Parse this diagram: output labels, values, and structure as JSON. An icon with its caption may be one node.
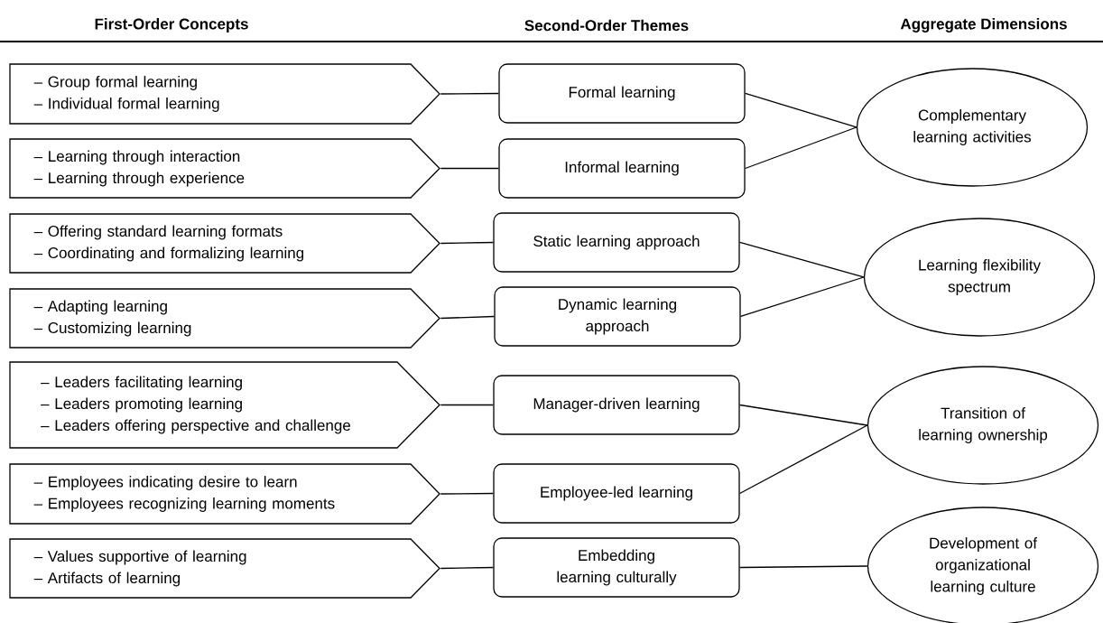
{
  "diagram": {
    "nodes": [
      {
        "text": [
          "– Group formal learning",
          "– Individual formal learning"
        ]
      },
      {
        "text": [
          "– Learning through interaction",
          "– Learning through experience"
        ]
      },
      {
        "text": [
          "– Offering standard learning formats",
          "– Coordinating and formalizing learning"
        ]
      },
      {
        "text": [
          "– Adapting learning",
          "– Customizing learning"
        ]
      },
      {
        "text": [
          "– Leaders facilitating learning",
          "– Leaders promoting learning",
          "– Leaders offering perspective and challenge"
        ]
      },
      {
        "text": [
          "– Employees indicating desire to learn",
          "– Employees recognizing learning moments"
        ]
      },
      {
        "text": [
          "– Values supportive of learning",
          "– Artifacts of learning"
        ]
      },
      {
        "text": [
          "Formal learning"
        ]
      },
      {
        "text": [
          "Informal learning"
        ]
      },
      {
        "text": [
          "Static learning approach"
        ]
      },
      {
        "text": [
          "Dynamic learning approach"
        ]
      },
      {
        "text": [
          "Manager-driven learning"
        ]
      },
      {
        "text": [
          "Employee-led learning"
        ]
      },
      {
        "text": [
          "Embedding learning culturally"
        ]
      },
      {
        "text": [
          "Complementary learning activities"
        ]
      },
      {
        "text": [
          "Learning flexibility spectrum"
        ]
      },
      {
        "text": [
          "Transition of learning ownership"
        ]
      },
      {
        "text": [
          "Development of organizational learning culture"
        ]
      }
    ],
    "edges": [
      {
        "from": 0,
        "to": 7,
        "arrow": "none"
      },
      {
        "from": 1,
        "to": 8,
        "arrow": "none"
      },
      {
        "from": 2,
        "to": 9,
        "arrow": "none"
      },
      {
        "from": 3,
        "to": 10,
        "arrow": "none"
      },
      {
        "from": 4,
        "to": 11,
        "arrow": "none"
      },
      {
        "from": 5,
        "to": 12,
        "arrow": "none"
      },
      {
        "from": 6,
        "to": 13,
        "arrow": "none"
      },
      {
        "from": 7,
        "to": 14,
        "arrow": "none"
      },
      {
        "from": 8,
        "to": 14,
        "arrow": "none"
      },
      {
        "from": 9,
        "to": 15,
        "arrow": "none"
      },
      {
        "from": 10,
        "to": 15,
        "arrow": "none"
      },
      {
        "from": 11,
        "to": 16,
        "arrow": "none"
      },
      {
        "from": 12,
        "to": 16,
        "arrow": "none"
      },
      {
        "from": 13,
        "to": 17,
        "arrow": "none"
      }
    ],
    "labels": [
      "First-Order Concepts",
      "Second-Order Themes",
      "Aggregate Dimensions"
    ]
  }
}
